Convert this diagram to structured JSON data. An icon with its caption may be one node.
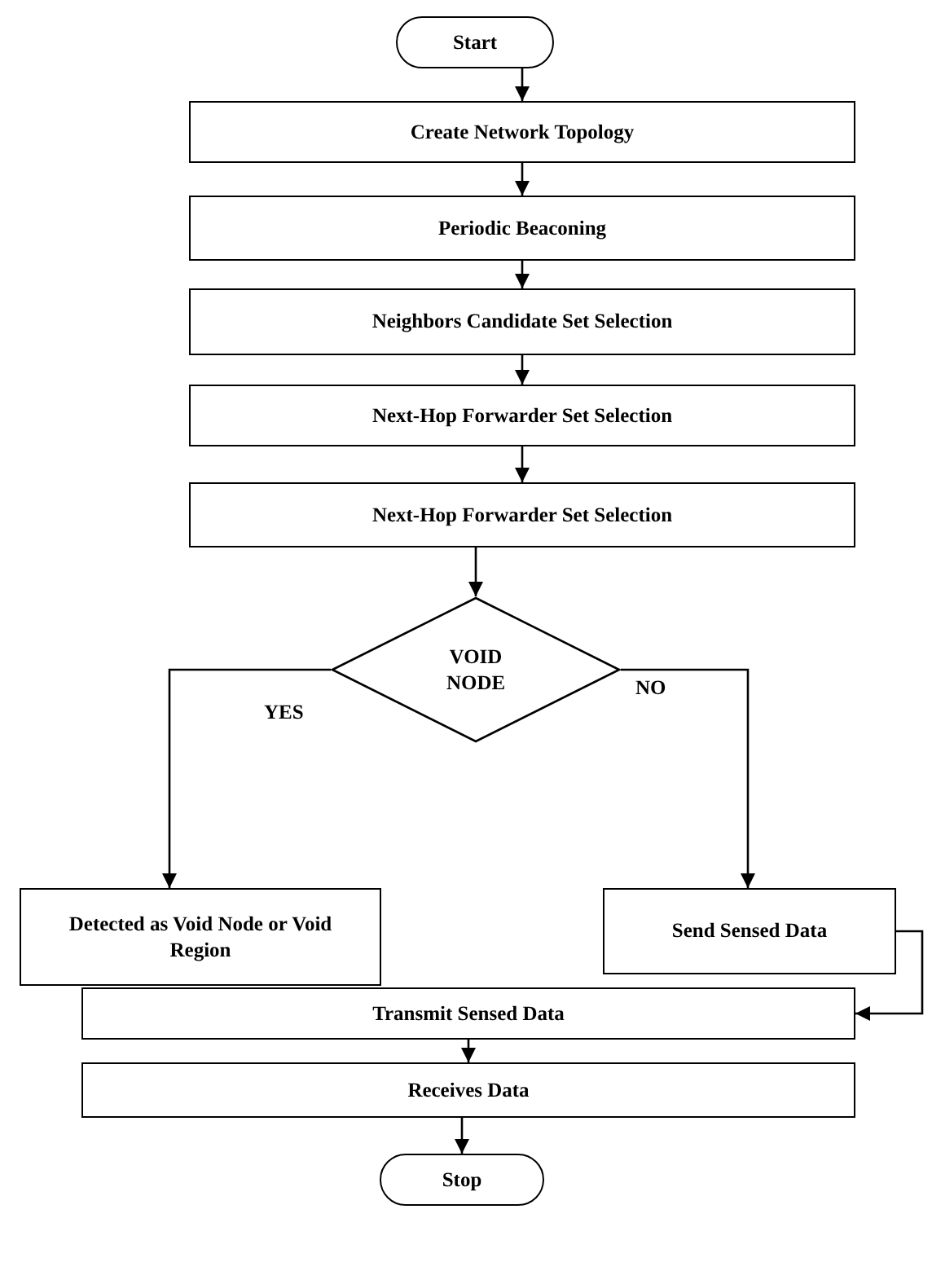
{
  "diagram": {
    "nodes": [
      {
        "text": [
          "Start"
        ]
      },
      {
        "text": [
          "Create Network Topology"
        ]
      },
      {
        "text": [
          "Periodic Beaconing"
        ]
      },
      {
        "text": [
          "Neighbors Candidate Set Selection"
        ]
      },
      {
        "text": [
          "Next-Hop Forwarder Set Selection"
        ]
      },
      {
        "text": [
          "Next-Hop Forwarder Set Selection"
        ]
      },
      {
        "text": [
          "VOID NODE"
        ]
      },
      {
        "text": [
          "Detected as Void Node or Void Region"
        ]
      },
      {
        "text": [
          "Send Sensed Data"
        ]
      },
      {
        "text": [
          "Transmit Sensed Data"
        ]
      },
      {
        "text": [
          "Receives Data"
        ]
      },
      {
        "text": [
          "Stop"
        ]
      }
    ],
    "edges": [
      {
        "from": 0,
        "to": 1,
        "arrow": "to"
      },
      {
        "from": 1,
        "to": 2,
        "arrow": "to"
      },
      {
        "from": 2,
        "to": 3,
        "arrow": "to"
      },
      {
        "from": 3,
        "to": 4,
        "arrow": "to"
      },
      {
        "from": 4,
        "to": 5,
        "arrow": "to"
      },
      {
        "from": 5,
        "to": 6,
        "arrow": "to"
      },
      {
        "from": 6,
        "to": 7,
        "arrow": "to",
        "label": "YES"
      },
      {
        "from": 6,
        "to": 8,
        "arrow": "to",
        "label": "NO"
      },
      {
        "from": 8,
        "to": 9,
        "arrow": "to"
      },
      {
        "from": 9,
        "to": 10,
        "arrow": "to"
      },
      {
        "from": 10,
        "to": 11,
        "arrow": "to"
      }
    ]
  }
}
